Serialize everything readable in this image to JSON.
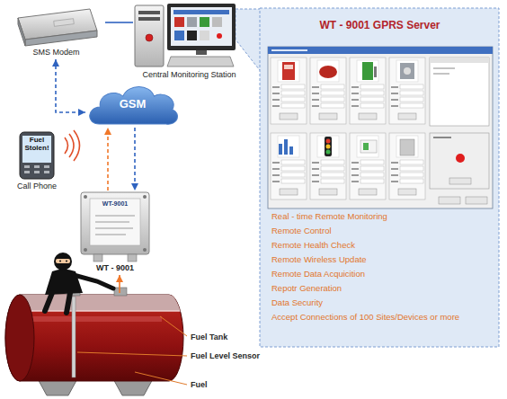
{
  "diagram": {
    "nodes": [
      {
        "text": [
          "SMS Modem"
        ]
      },
      {
        "text": [
          "Central Monitoring Station"
        ]
      },
      {
        "text": [
          "GSM"
        ]
      },
      {
        "text": [
          "Fuel Stolen!",
          "Call Phone"
        ]
      },
      {
        "text": [
          "WT-9001",
          "WT - 9001"
        ]
      },
      {
        "text": [
          "Fuel Tank"
        ]
      },
      {
        "text": [
          "WT - 9001 GPRS Server",
          "Real - time Remote Monitoring",
          "Remote Control",
          "Remote Health Check",
          "Remote Wireless Update",
          "Remote Data Acquicition",
          "Repotr Generation",
          "Data Security",
          "Accept Connections of 100 Sites/Devices or more"
        ]
      }
    ],
    "edges": [
      {
        "from": 0,
        "to": 1,
        "arrow": "none"
      },
      {
        "from": 0,
        "to": 2,
        "arrow": "both"
      },
      {
        "from": 4,
        "to": 2,
        "arrow": "to"
      },
      {
        "from": 2,
        "to": 4,
        "arrow": "to"
      },
      {
        "from": 5,
        "to": 4,
        "arrow": "to"
      }
    ],
    "labels": [
      "Fuel Level Sensor",
      "Fuel"
    ]
  }
}
